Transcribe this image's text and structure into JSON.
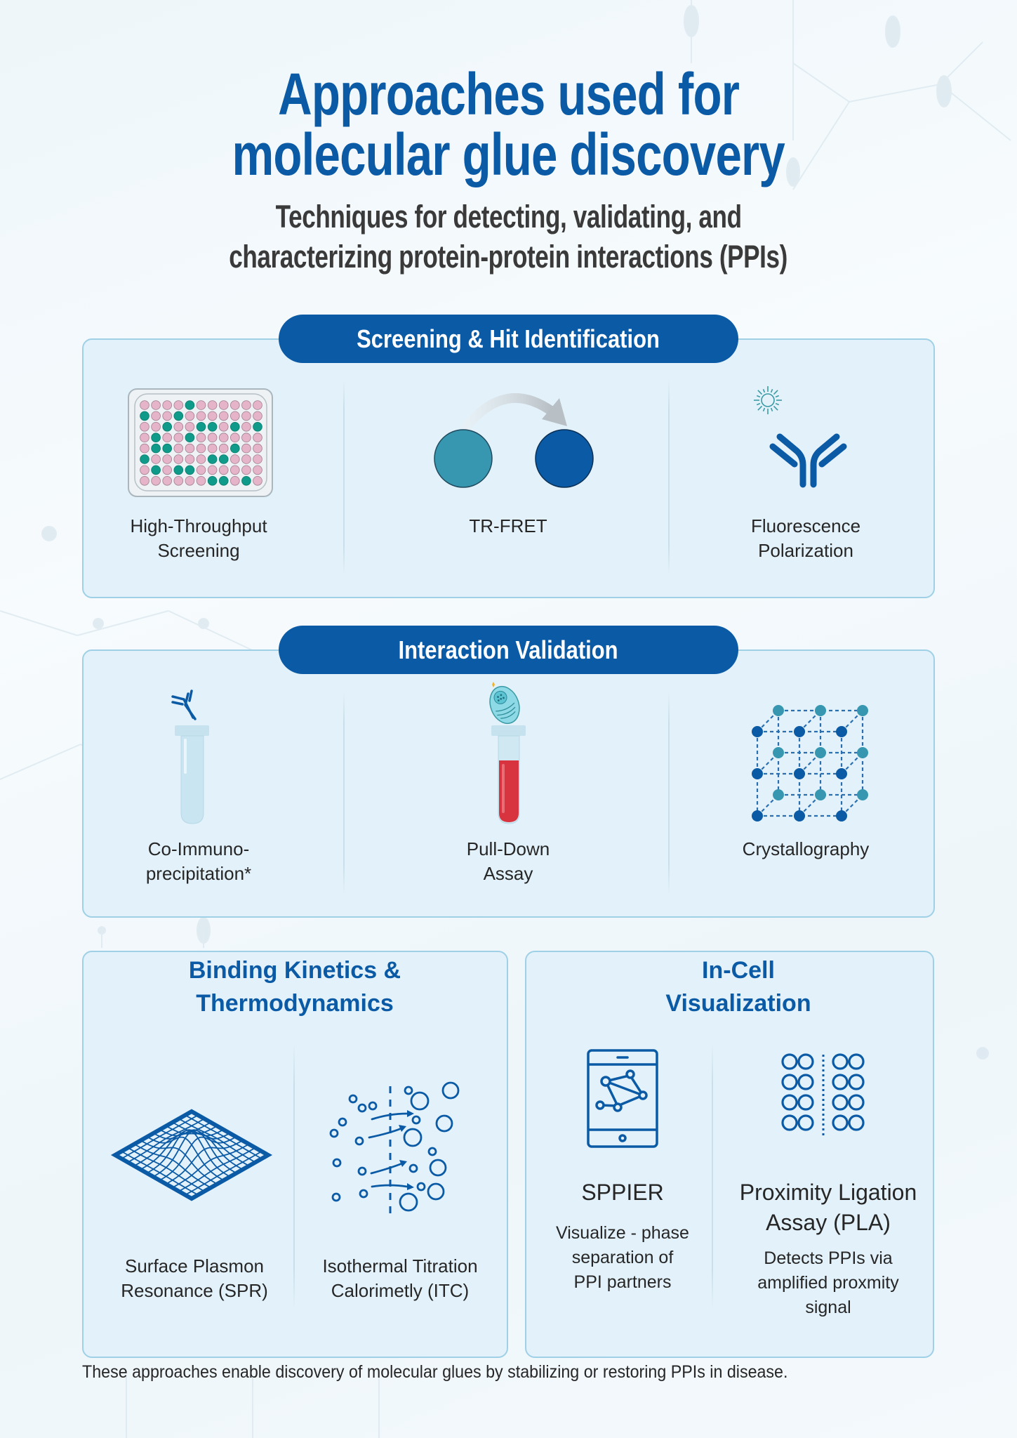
{
  "header": {
    "title_line1": "Approaches used for",
    "title_line2": "molecular glue discovery",
    "subtitle_line1": "Techniques for detecting, validating, and",
    "subtitle_line2": "characterizing protein-protein interactions (PPIs)"
  },
  "colors": {
    "primary_blue": "#0b5aa5",
    "teal": "#3897b0",
    "panel_bg": "#e3f2fa",
    "panel_border": "#9fd0e6",
    "well_pink": "#e5b4c9",
    "well_teal": "#0f9a8a",
    "tube_red": "#d8343f",
    "text_dark": "#262626"
  },
  "sections": {
    "screening": {
      "title": "Screening & Hit Identification",
      "items": [
        {
          "icon": "well-plate-icon",
          "label_lines": [
            "High-Throughput",
            "Screening"
          ]
        },
        {
          "icon": "fret-circles-icon",
          "label_lines": [
            "TR-FRET"
          ]
        },
        {
          "icon": "antibody-fluorescence-icon",
          "label_lines": [
            "Fluorescence",
            "Polarization"
          ]
        }
      ],
      "well_plate": {
        "rows": 8,
        "cols": 11,
        "teal_wells": [
          [
            0,
            4
          ],
          [
            1,
            0
          ],
          [
            1,
            3
          ],
          [
            2,
            2
          ],
          [
            2,
            5
          ],
          [
            2,
            6
          ],
          [
            2,
            8
          ],
          [
            2,
            10
          ],
          [
            3,
            1
          ],
          [
            3,
            4
          ],
          [
            4,
            1
          ],
          [
            4,
            2
          ],
          [
            4,
            8
          ],
          [
            5,
            0
          ],
          [
            5,
            6
          ],
          [
            5,
            7
          ],
          [
            6,
            1
          ],
          [
            6,
            3
          ],
          [
            6,
            4
          ],
          [
            7,
            6
          ],
          [
            7,
            7
          ],
          [
            7,
            9
          ]
        ]
      }
    },
    "validation": {
      "title": "Interaction Validation",
      "items": [
        {
          "icon": "test-tube-antibody-icon",
          "label_lines": [
            "Co-Immuno-",
            "precipitation*"
          ]
        },
        {
          "icon": "test-tube-red-icon",
          "label_lines": [
            "Pull-Down",
            "Assay"
          ]
        },
        {
          "icon": "crystal-lattice-icon",
          "label_lines": [
            "Crystallography"
          ]
        }
      ]
    },
    "binding": {
      "title_lines": [
        "Binding Kinetics &",
        "Thermodynamics"
      ],
      "items": [
        {
          "icon": "spr-surface-icon",
          "label_lines": [
            "Surface Plasmon",
            "Resonance (SPR)"
          ]
        },
        {
          "icon": "itc-particles-icon",
          "label_lines": [
            "Isothermal Titration",
            "Calorimetly (ITC)"
          ]
        }
      ]
    },
    "incell": {
      "title_lines": [
        "In-Cell",
        "Visualization"
      ],
      "items": [
        {
          "icon": "tablet-network-icon",
          "title_lines": [
            "SPPIER"
          ],
          "desc_lines": [
            "Visualize - phase",
            "separation of",
            "PPI partners"
          ]
        },
        {
          "icon": "pla-circles-icon",
          "title_lines": [
            "Proximity Ligation",
            "Assay (PLA)"
          ],
          "desc_lines": [
            "Detects PPIs via",
            "amplified proxmity",
            "signal"
          ]
        }
      ]
    }
  },
  "footer": {
    "text": "These approaches enable discovery of molecular glues by stabilizing or restoring PPIs in disease."
  }
}
